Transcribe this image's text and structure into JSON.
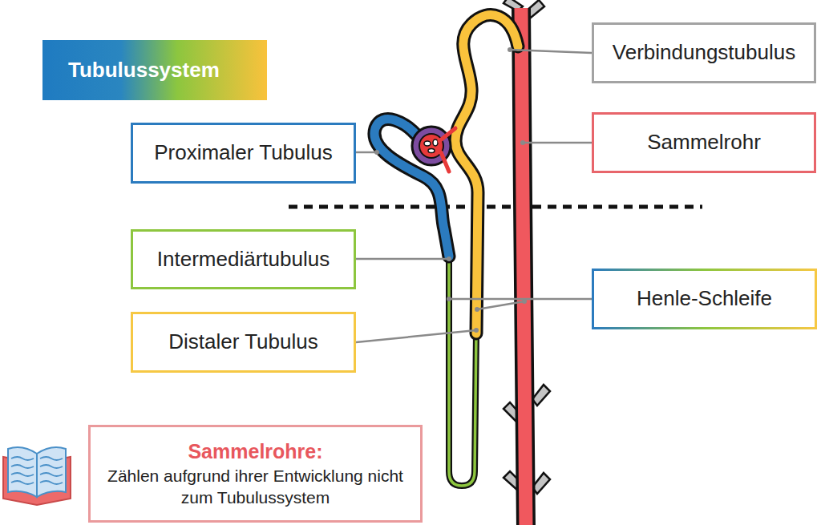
{
  "diagram": {
    "title": "Tubulussystem",
    "nodes": [
      {
        "text": [
          "Verbindungstubulus"
        ]
      },
      {
        "text": [
          "Proximaler Tubulus"
        ]
      },
      {
        "text": [
          "Sammelrohr"
        ]
      },
      {
        "text": [
          "Intermediärtubulus"
        ]
      },
      {
        "text": [
          "Henle-Schleife"
        ]
      },
      {
        "text": [
          "Distaler Tubulus"
        ]
      },
      {
        "text": [
          "Sammelrohre:",
          "Zählen aufgrund ihrer Entwicklung nicht zum Tubulussystem"
        ]
      }
    ]
  }
}
